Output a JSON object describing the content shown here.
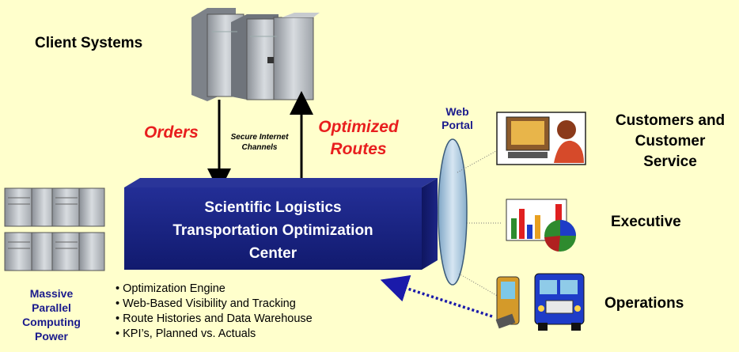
{
  "client_systems": "Client Systems",
  "orders": "Orders",
  "secure_channels": [
    "Secure Internet",
    "Channels"
  ],
  "optimized_routes": [
    "Optimized",
    "Routes"
  ],
  "web_portal": [
    "Web",
    "Portal"
  ],
  "center": [
    "Scientific Logistics",
    "Transportation Optimization",
    "Center"
  ],
  "bullets": [
    "Optimization Engine",
    "Web-Based Visibility and Tracking",
    "Route Histories and Data Warehouse",
    "KPI’s, Planned vs. Actuals"
  ],
  "massive": [
    "Massive",
    "Parallel",
    "Computing",
    "Power"
  ],
  "customers": [
    "Customers and",
    "Customer",
    "Service"
  ],
  "executive": "Executive",
  "operations": "Operations",
  "colors": {
    "background": "#FFFFCC",
    "center_box": "#1A237E",
    "route_labels": "#E81E1E",
    "massive_label": "#1A1A8C",
    "return_arrow": "#1A1AAA"
  }
}
